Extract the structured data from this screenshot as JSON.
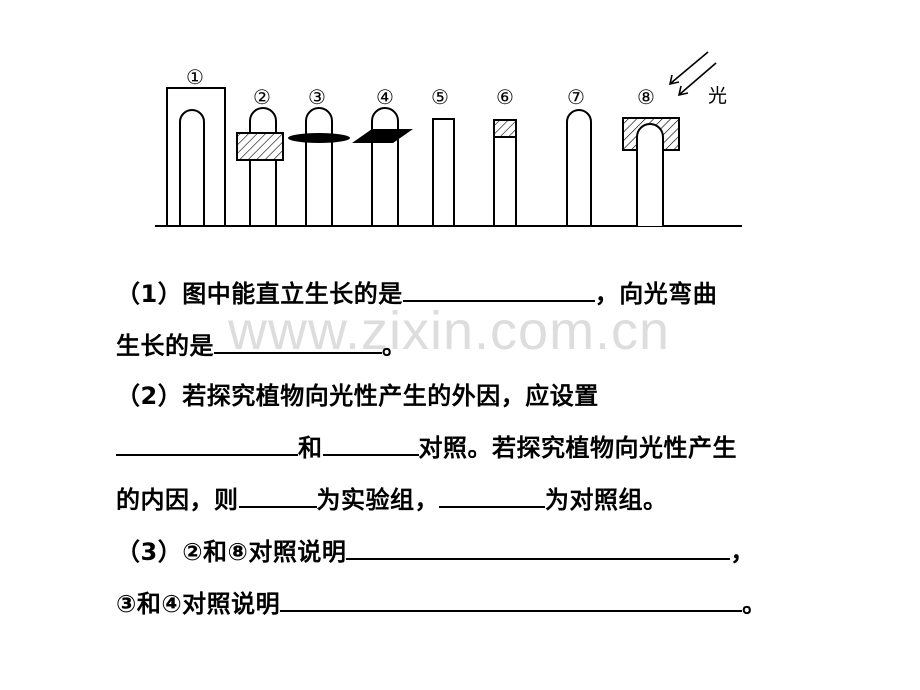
{
  "figure": {
    "labels": [
      "①",
      "②",
      "③",
      "④",
      "⑤",
      "⑥",
      "⑦",
      "⑧"
    ],
    "light_label": "光"
  },
  "watermark": "www.zixin.com.cn",
  "q1": {
    "a": "（1）图中能直立生长的是",
    "b": "，向光弯曲",
    "c": "生长的是",
    "d": "。"
  },
  "q2": {
    "a": "（2）若探究植物向光性产生的外因，应设置",
    "b": "和",
    "c": "对照。若探究植物向光性产生",
    "d": "的内因，则",
    "e": "为实验组，",
    "f": "为对照组。"
  },
  "q3": {
    "a": "（3）②和⑧对照说明",
    "b": "，",
    "c": "③和④对照说明",
    "d": "。"
  }
}
